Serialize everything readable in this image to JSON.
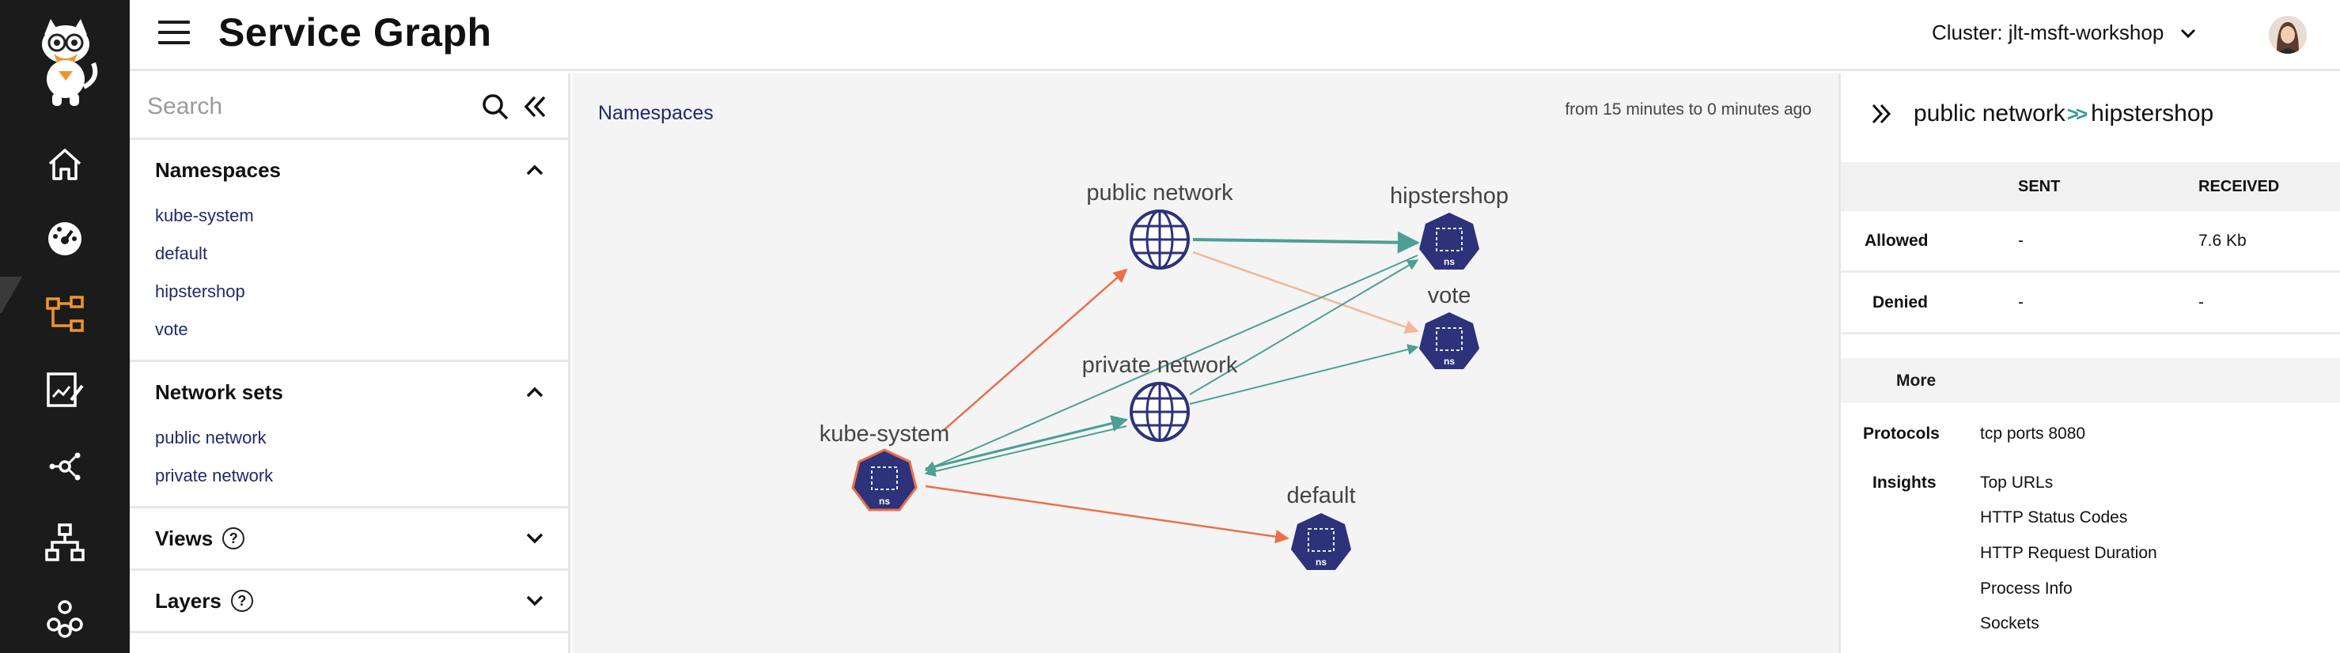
{
  "app": {
    "title": "Service Graph"
  },
  "header": {
    "cluster_label": "Cluster: jlt-msft-workshop"
  },
  "rail": {
    "items": [
      {
        "icon": "home-icon"
      },
      {
        "icon": "dashboard-gauge-icon"
      },
      {
        "icon": "service-graph-icon",
        "active": true
      },
      {
        "icon": "policy-board-icon"
      },
      {
        "icon": "endpoints-icon"
      },
      {
        "icon": "network-hierarchy-icon"
      },
      {
        "icon": "nodes-cluster-icon"
      }
    ],
    "active_color": "#f0952e"
  },
  "search": {
    "placeholder": "Search"
  },
  "namespaces": {
    "heading": "Namespaces",
    "items": [
      "kube-system",
      "default",
      "hipstershop",
      "vote"
    ]
  },
  "network_sets": {
    "heading": "Network sets",
    "items": [
      "public network",
      "private network"
    ]
  },
  "views": {
    "heading": "Views"
  },
  "layers": {
    "heading": "Layers"
  },
  "graph": {
    "breadcrumb": "Namespaces",
    "time_range": "from 15 minutes to 0 minutes ago",
    "node_badge": "ns",
    "nodes": {
      "public_network": "public network",
      "private_network": "private network",
      "hipstershop": "hipstershop",
      "vote": "vote",
      "kube_system": "kube-system",
      "default": "default"
    },
    "colors": {
      "namespace_fill": "#2d327a",
      "globe": "#2d327a",
      "edge_teal": "#4b9f93",
      "edge_orange": "#ec6f4c",
      "edge_light_orange": "#f3b79a",
      "selected_outline": "#ec6f4c"
    }
  },
  "detail": {
    "title_from": "public network",
    "title_to": "hipstershop",
    "title_separator": ">>",
    "col_sent": "SENT",
    "col_received": "RECEIVED",
    "allowed": {
      "label": "Allowed",
      "sent": "-",
      "received": "7.6 Kb"
    },
    "denied": {
      "label": "Denied",
      "sent": "-",
      "received": "-"
    },
    "more_label": "More",
    "protocols_label": "Protocols",
    "protocols_value": "tcp ports 8080",
    "insights_label": "Insights",
    "insights": [
      "Top URLs",
      "HTTP Status Codes",
      "HTTP Request Duration",
      "Process Info",
      "Sockets"
    ]
  }
}
